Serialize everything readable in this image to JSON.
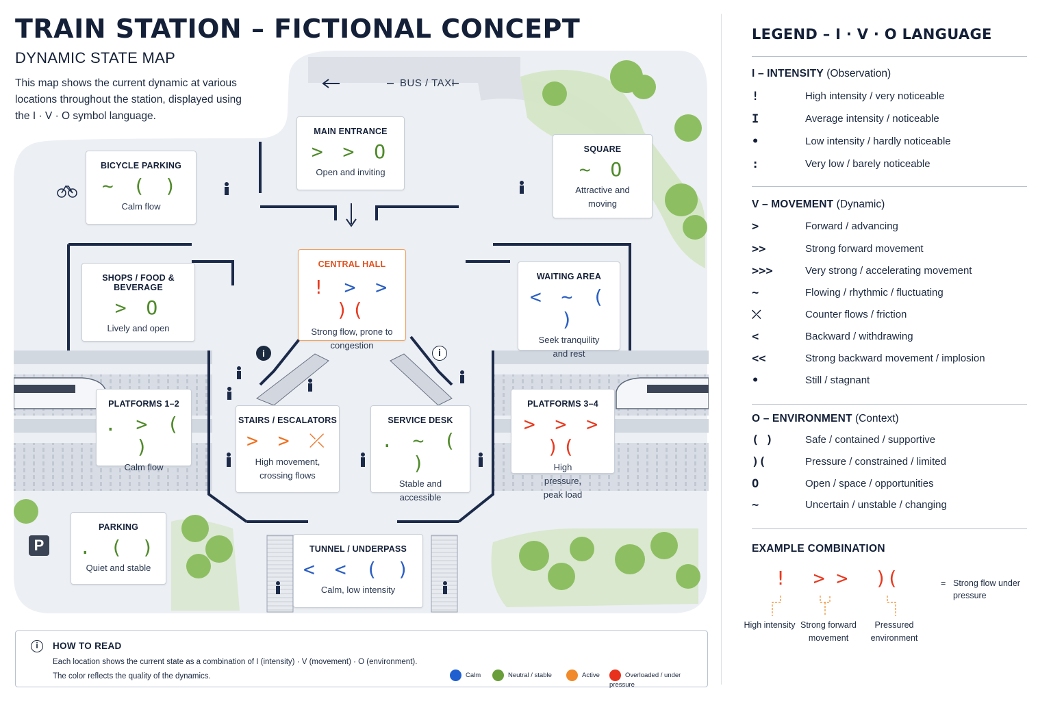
{
  "header": {
    "title": "TRAIN STATION – FICTIONAL CONCEPT",
    "subtitle": "DYNAMIC STATE MAP",
    "intro": "This map shows the current dynamic at various locations throughout the station, displayed using the I · V · O symbol language."
  },
  "map": {
    "bus_taxi": "BUS / TAXI",
    "parking_badge": "P",
    "info_icon": "i",
    "locations": [
      {
        "id": "bicycle",
        "name": "BICYCLE PARKING",
        "symbol": "~ ( )",
        "desc": "Calm flow",
        "color": "green"
      },
      {
        "id": "main-entrance",
        "name": "MAIN ENTRANCE",
        "symbol": "> > O",
        "desc": "Open and inviting",
        "color": "green"
      },
      {
        "id": "square",
        "name": "SQUARE",
        "symbol": "~ O",
        "desc": "Attractive and moving",
        "color": "green"
      },
      {
        "id": "shops",
        "name": "SHOPS / FOOD & BEVERAGE",
        "symbol": "> O",
        "desc": "Lively and open",
        "color": "green"
      },
      {
        "id": "central-hall",
        "name": "CENTRAL HALL",
        "symbol": "! > > )(",
        "desc": "Strong flow, prone to congestion",
        "color": "red"
      },
      {
        "id": "waiting-area",
        "name": "WAITING AREA",
        "symbol": "< ~ ( )",
        "desc": "Seek tranquility and rest",
        "color": "blue"
      },
      {
        "id": "platforms-1-2",
        "name": "PLATFORMS 1–2",
        "symbol": ". > ( )",
        "desc": "Calm flow",
        "color": "green"
      },
      {
        "id": "stairs",
        "name": "STAIRS / ESCALATORS",
        "symbol": "> > ⤫",
        "desc": "High movement, crossing flows",
        "color": "orange"
      },
      {
        "id": "service-desk",
        "name": "SERVICE DESK",
        "symbol": ". ~ ( )",
        "desc": "Stable and accessible",
        "color": "green"
      },
      {
        "id": "platforms-3-4",
        "name": "PLATFORMS 3–4",
        "symbol": "> > > )(",
        "desc": "High pressure, peak load",
        "color": "red"
      },
      {
        "id": "parking",
        "name": "PARKING",
        "symbol": ". ( )",
        "desc": "Quiet and stable",
        "color": "green"
      },
      {
        "id": "tunnel",
        "name": "TUNNEL / UNDERPASS",
        "symbol": "< < ( )",
        "desc": "Calm, low intensity",
        "color": "blue"
      }
    ]
  },
  "howto": {
    "icon": "i",
    "title": "HOW TO READ",
    "line1": "Each location shows the current state as a combination of I (intensity) · V (movement) · O (environment).",
    "line2": "The color reflects the quality of the dynamics.",
    "keys": [
      {
        "label": "Calm",
        "color": "#1f5fd0"
      },
      {
        "label": "Neutral / stable",
        "color": "#6a9e3a"
      },
      {
        "label": "Active",
        "color": "#f08a2a"
      },
      {
        "label": "Overloaded / under pressure",
        "color": "#e8321e"
      }
    ]
  },
  "legend": {
    "title": "LEGEND – I · V · O LANGUAGE",
    "sections": [
      {
        "letter": "I –",
        "name": "INTENSITY",
        "note": "(Observation)",
        "items": [
          {
            "sym": "!",
            "text": "High intensity / very noticeable"
          },
          {
            "sym": "I",
            "text": "Average intensity / noticeable"
          },
          {
            "sym": "•",
            "text": "Low intensity / hardly noticeable"
          },
          {
            "sym": ":",
            "text": "Very low / barely noticeable"
          }
        ]
      },
      {
        "letter": "V –",
        "name": "MOVEMENT",
        "note": "(Dynamic)",
        "items": [
          {
            "sym": ">",
            "text": "Forward / advancing"
          },
          {
            "sym": ">>",
            "text": "Strong forward movement"
          },
          {
            "sym": ">>>",
            "text": "Very strong / accelerating movement"
          },
          {
            "sym": "~",
            "text": "Flowing / rhythmic / fluctuating"
          },
          {
            "sym": "⤫",
            "text": "Counter flows / friction"
          },
          {
            "sym": "<",
            "text": "Backward / withdrawing"
          },
          {
            "sym": "<<",
            "text": "Strong backward movement / implosion"
          },
          {
            "sym": "•",
            "text": "Still / stagnant"
          }
        ]
      },
      {
        "letter": "O –",
        "name": "ENVIRONMENT",
        "note": "(Context)",
        "items": [
          {
            "sym": "( )",
            "text": "Safe / contained / supportive"
          },
          {
            "sym": ")(",
            "text": "Pressure / constrained / limited"
          },
          {
            "sym": "O",
            "text": "Open / space / opportunities"
          },
          {
            "sym": "~",
            "text": "Uncertain / unstable / changing"
          }
        ]
      }
    ],
    "example": {
      "title": "EXAMPLE COMBINATION",
      "parts": [
        {
          "sym": "!",
          "label": "High intensity"
        },
        {
          "sym": "> >",
          "label": "Strong forward movement"
        },
        {
          "sym": ")(",
          "label": "Pressured environment"
        }
      ],
      "eq_sign": "=",
      "result": "Strong flow under pressure"
    }
  }
}
